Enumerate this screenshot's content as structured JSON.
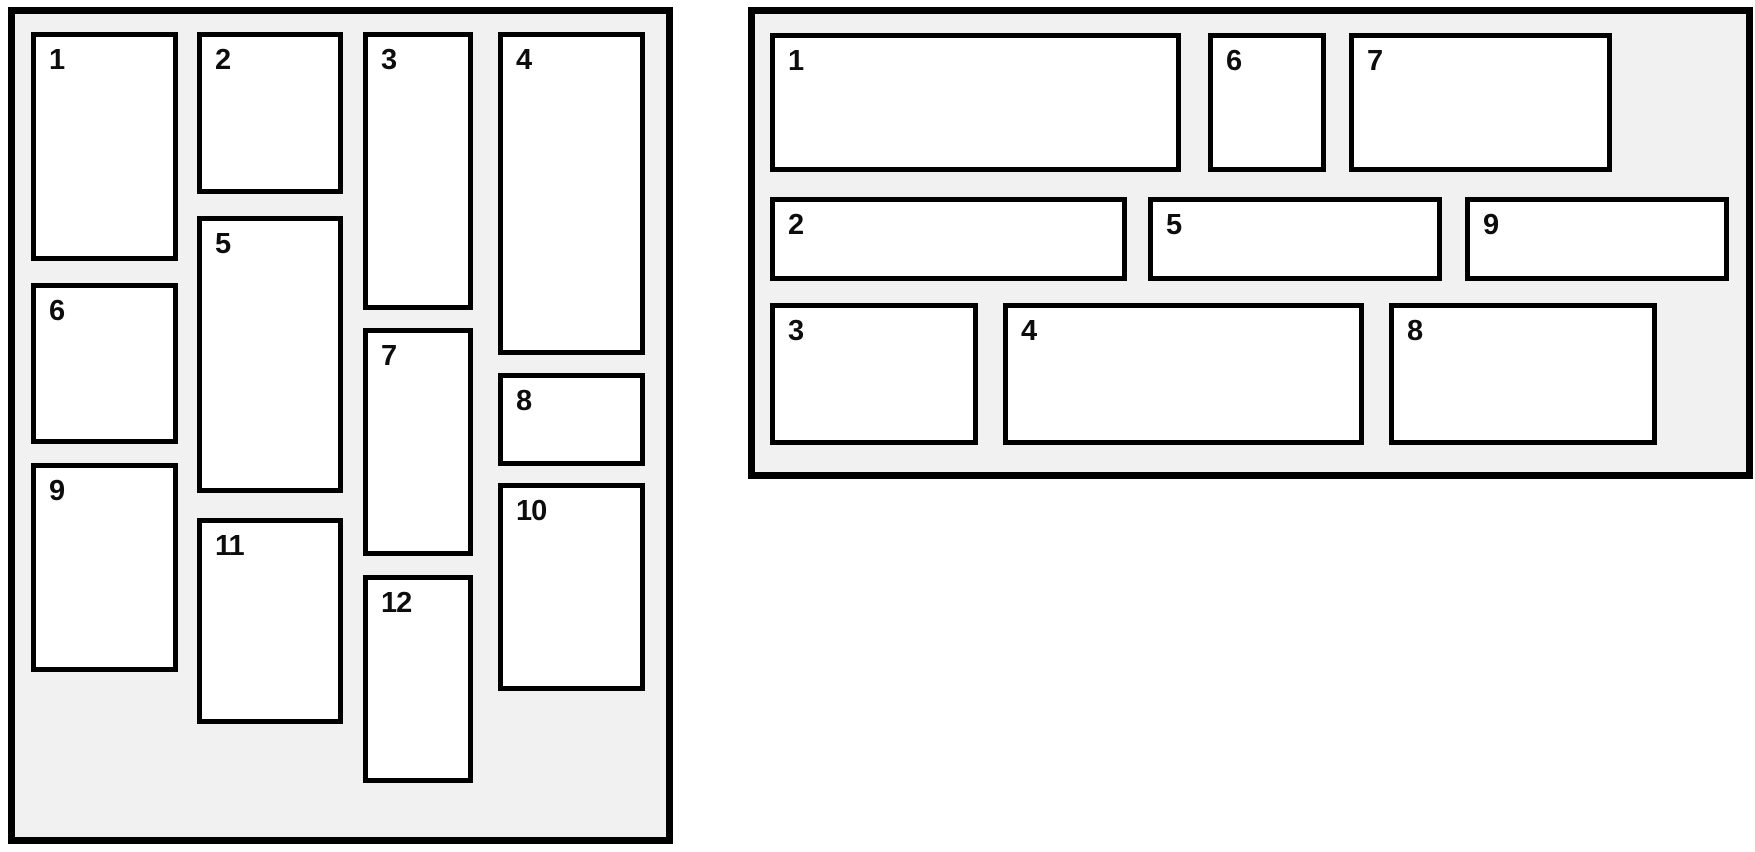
{
  "left_panel": {
    "description": "column-order masonry layout",
    "boxes": [
      {
        "label": "1"
      },
      {
        "label": "2"
      },
      {
        "label": "3"
      },
      {
        "label": "4"
      },
      {
        "label": "5"
      },
      {
        "label": "6"
      },
      {
        "label": "7"
      },
      {
        "label": "8"
      },
      {
        "label": "9"
      },
      {
        "label": "10"
      },
      {
        "label": "11"
      },
      {
        "label": "12"
      }
    ]
  },
  "right_panel": {
    "description": "row-order layout",
    "boxes": [
      {
        "label": "1"
      },
      {
        "label": "2"
      },
      {
        "label": "3"
      },
      {
        "label": "4"
      },
      {
        "label": "5"
      },
      {
        "label": "6"
      },
      {
        "label": "7"
      },
      {
        "label": "8"
      },
      {
        "label": "9"
      }
    ]
  },
  "colors": {
    "panel_background": "#f1f1f1",
    "card_background": "#ffffff",
    "border": "#000000",
    "label_text": "#0d0d0d"
  }
}
